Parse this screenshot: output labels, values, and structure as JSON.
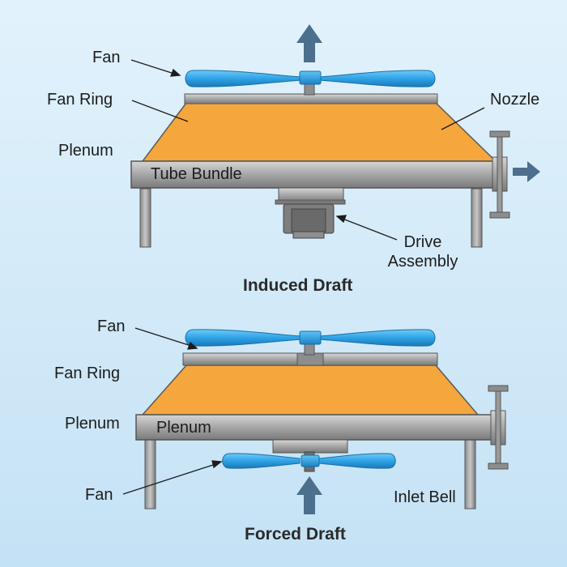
{
  "colors": {
    "background_top": "#dff0fb",
    "background_bottom": "#c6e4f6",
    "plenum": "#f5a63c",
    "blade": "#2ea3e6",
    "metal": "#9a9a9a",
    "arrow": "#4b6f8c"
  },
  "induced": {
    "title": "Induced Draft",
    "labels": {
      "fan": "Fan",
      "fan_ring": "Fan Ring",
      "plenum": "Plenum",
      "tube_bundle": "Tube Bundle",
      "nozzle": "Nozzle",
      "drive_line1": "Drive",
      "drive_line2": "Assembly"
    }
  },
  "forced": {
    "title": "Forced Draft",
    "labels": {
      "fan_top": "Fan",
      "fan_ring": "Fan Ring",
      "plenum_outer": "Plenum",
      "plenum_inner": "Plenum",
      "fan_bottom": "Fan",
      "inlet_bell": "Inlet Bell"
    }
  }
}
